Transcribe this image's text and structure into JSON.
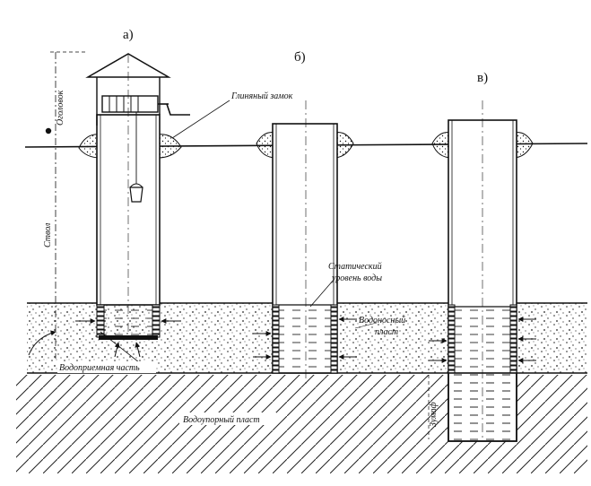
{
  "labels": {
    "a": "а)",
    "b": "б)",
    "v": "в)",
    "clay_lock": "Глиняный замок",
    "static_level_line1": "Статический",
    "static_level_line2": "уровень воды",
    "aquifer_line1": "Водоносный",
    "aquifer_line2": "пласт",
    "intake": "Водоприемная часть",
    "aquiclude": "Водоупорный пласт",
    "trunk": "Ствол",
    "head": "Оголовок",
    "sump": "Зумпф"
  }
}
